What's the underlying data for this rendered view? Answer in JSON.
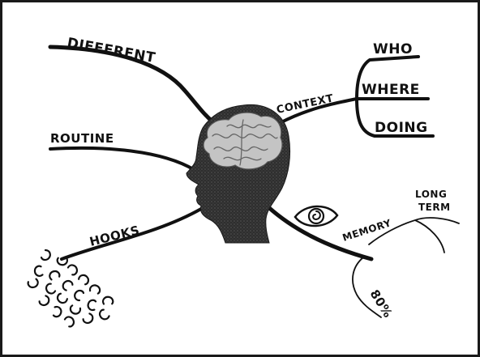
{
  "labels": {
    "different": "DIFFERENT",
    "routine": "ROUTINE",
    "hooks": "HOOKS",
    "context": "CONTEXT",
    "who": "WHO",
    "where": "WHERE",
    "doing": "DOING",
    "memory": "MEMORY",
    "long": "LONG",
    "term": "TERM",
    "percent": "80%"
  },
  "colors": {
    "ink": "#111111",
    "head": "#3a3a3a",
    "brain": "#bfbfbf",
    "frame": "#1a1a1a"
  },
  "icons": {
    "head": "human-head-silhouette",
    "brain": "brain",
    "eye": "eye-spiral",
    "hooks": "cluster-of-hooks"
  }
}
